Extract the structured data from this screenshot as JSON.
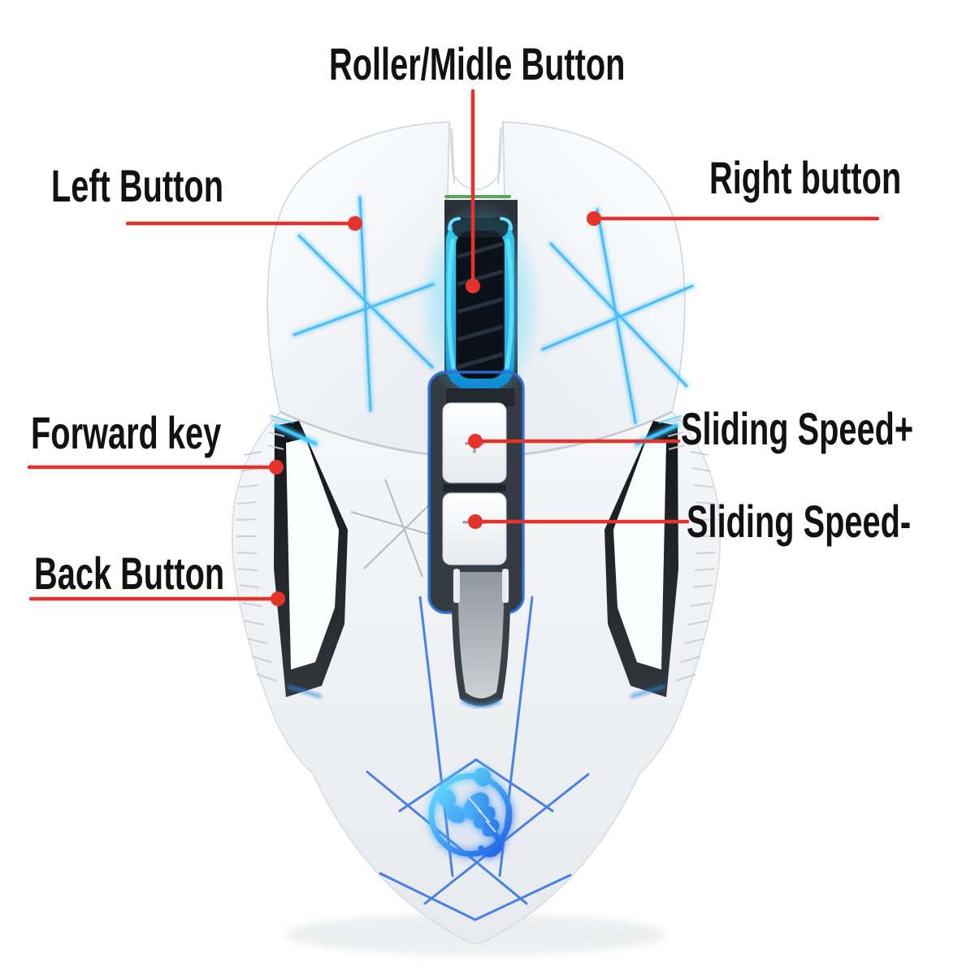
{
  "diagram": {
    "background": "#ffffff",
    "annotation_color": "#e5332b",
    "labels": {
      "roller_middle": "Roller/Midle Button",
      "left_button": "Left Button",
      "right_button": "Right button",
      "forward_key": "Forward key",
      "sliding_speed_plus": "Sliding Speed+",
      "sliding_speed_minus": "Sliding Speed-",
      "back_button": "Back Button"
    },
    "mouse": {
      "shell_color": "#f3f5f8",
      "led_color": "#35b9f2",
      "wheel_color": "#0c1219",
      "accent_green": "#5aa55e",
      "dpi_plus_icon": "+",
      "dpi_minus_icon": "–",
      "logo_icon": "scorpion-logo"
    }
  }
}
